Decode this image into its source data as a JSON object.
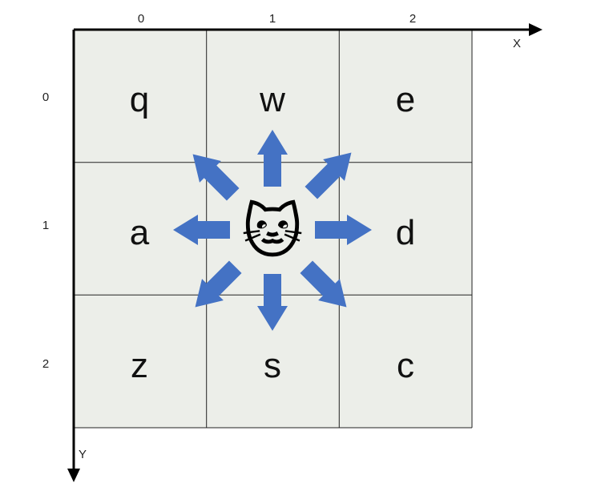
{
  "axes": {
    "x_label": "X",
    "y_label": "Y",
    "x_ticks": [
      "0",
      "1",
      "2"
    ],
    "y_ticks": [
      "0",
      "1",
      "2"
    ]
  },
  "grid": {
    "rows": 3,
    "cols": 3,
    "cells": [
      [
        "q",
        "w",
        "e"
      ],
      [
        "a",
        "",
        "d"
      ],
      [
        "z",
        "s",
        "c"
      ]
    ],
    "fill_color": "#eceee9",
    "line_color": "#222222"
  },
  "center": {
    "emoji": "🐱",
    "icon": "cat-face-icon"
  },
  "arrows": {
    "color": "#4472c4",
    "directions": [
      "up-left",
      "up",
      "up-right",
      "left",
      "right",
      "down-left",
      "down",
      "down-right"
    ]
  }
}
